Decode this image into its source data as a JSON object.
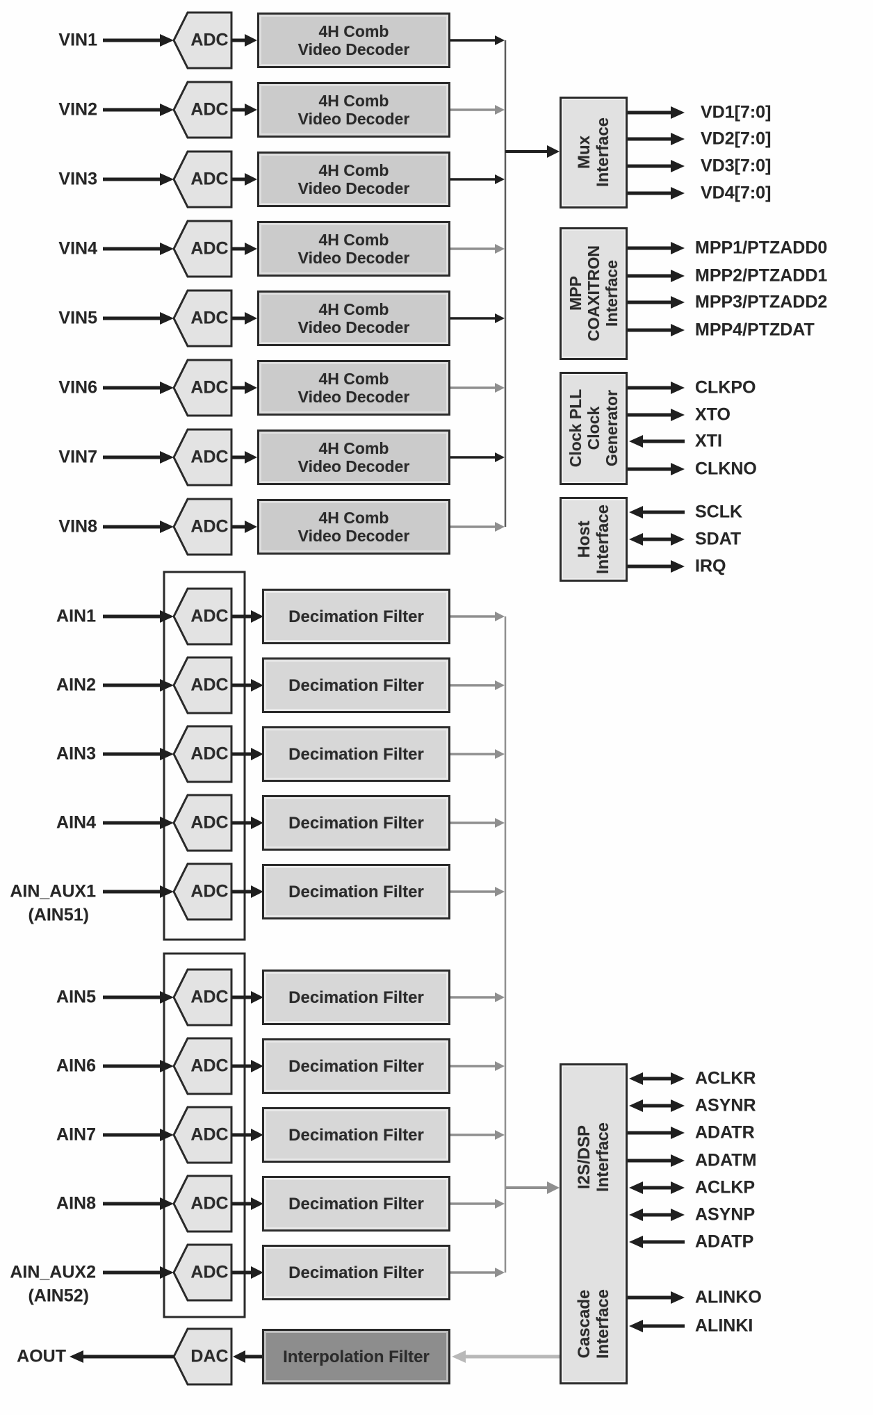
{
  "video": {
    "inputs": [
      "VIN1",
      "VIN2",
      "VIN3",
      "VIN4",
      "VIN5",
      "VIN6",
      "VIN7",
      "VIN8"
    ],
    "adc_label": "ADC",
    "decoder_lines": [
      "4H Comb",
      "Video Decoder"
    ]
  },
  "mux": {
    "label_lines": [
      "Mux",
      "Interface"
    ],
    "outputs": [
      "VD1[7:0]",
      "VD2[7:0]",
      "VD3[7:0]",
      "VD4[7:0]"
    ]
  },
  "mpp": {
    "label_lines": [
      "MPP",
      "COAXITRON",
      "Interface"
    ],
    "signals": [
      {
        "label": "MPP1/PTZADD0",
        "dir": "out"
      },
      {
        "label": "MPP2/PTZADD1",
        "dir": "out"
      },
      {
        "label": "MPP3/PTZADD2",
        "dir": "out"
      },
      {
        "label": "MPP4/PTZDAT",
        "dir": "out"
      }
    ]
  },
  "clock": {
    "label_lines": [
      "Clock PLL",
      "Clock",
      "Generator"
    ],
    "signals": [
      {
        "label": "CLKPO",
        "dir": "out"
      },
      {
        "label": "XTO",
        "dir": "out"
      },
      {
        "label": "XTI",
        "dir": "in"
      },
      {
        "label": "CLKNO",
        "dir": "out"
      }
    ]
  },
  "host": {
    "label_lines": [
      "Host",
      "Interface"
    ],
    "signals": [
      {
        "label": "SCLK",
        "dir": "in"
      },
      {
        "label": "SDAT",
        "dir": "bidir"
      },
      {
        "label": "IRQ",
        "dir": "out"
      }
    ]
  },
  "audio": {
    "adc_label": "ADC",
    "filter_label": "Decimation Filter",
    "group1": [
      {
        "label": "AIN1",
        "sublabel": ""
      },
      {
        "label": "AIN2",
        "sublabel": ""
      },
      {
        "label": "AIN3",
        "sublabel": ""
      },
      {
        "label": "AIN4",
        "sublabel": ""
      },
      {
        "label": "AIN_AUX1",
        "sublabel": "(AIN51)"
      }
    ],
    "group2": [
      {
        "label": "AIN5",
        "sublabel": ""
      },
      {
        "label": "AIN6",
        "sublabel": ""
      },
      {
        "label": "AIN7",
        "sublabel": ""
      },
      {
        "label": "AIN8",
        "sublabel": ""
      },
      {
        "label": "AIN_AUX2",
        "sublabel": "(AIN52)"
      }
    ]
  },
  "i2s": {
    "label_lines": [
      "I2S/DSP",
      "Interface"
    ],
    "signals": [
      {
        "label": "ACLKR",
        "dir": "bidir"
      },
      {
        "label": "ASYNR",
        "dir": "bidir"
      },
      {
        "label": "ADATR",
        "dir": "out"
      },
      {
        "label": "ADATM",
        "dir": "out"
      },
      {
        "label": "ACLKP",
        "dir": "bidir"
      },
      {
        "label": "ASYNP",
        "dir": "bidir"
      },
      {
        "label": "ADATP",
        "dir": "in"
      }
    ]
  },
  "cascade": {
    "label_lines": [
      "Cascade",
      "Interface"
    ],
    "signals": [
      {
        "label": "ALINKO",
        "dir": "out"
      },
      {
        "label": "ALINKI",
        "dir": "in"
      }
    ]
  },
  "aout": {
    "label": "AOUT",
    "dac_label": "DAC",
    "filter_label": "Interpolation Filter"
  },
  "colors": {
    "wire": "#1f1f1f",
    "wire_gray": "#8f8f8f",
    "wire_light": "#b8b8b8",
    "bus": "#5a5a5a",
    "box_border": "#2a2a2a",
    "decoder_fill": "#cbcbcb",
    "filter_fill": "#d7d7d7",
    "adc_fill": "#e3e3e3",
    "iface_fill": "#e1e1e1",
    "interp_fill": "#8d8d8d"
  }
}
